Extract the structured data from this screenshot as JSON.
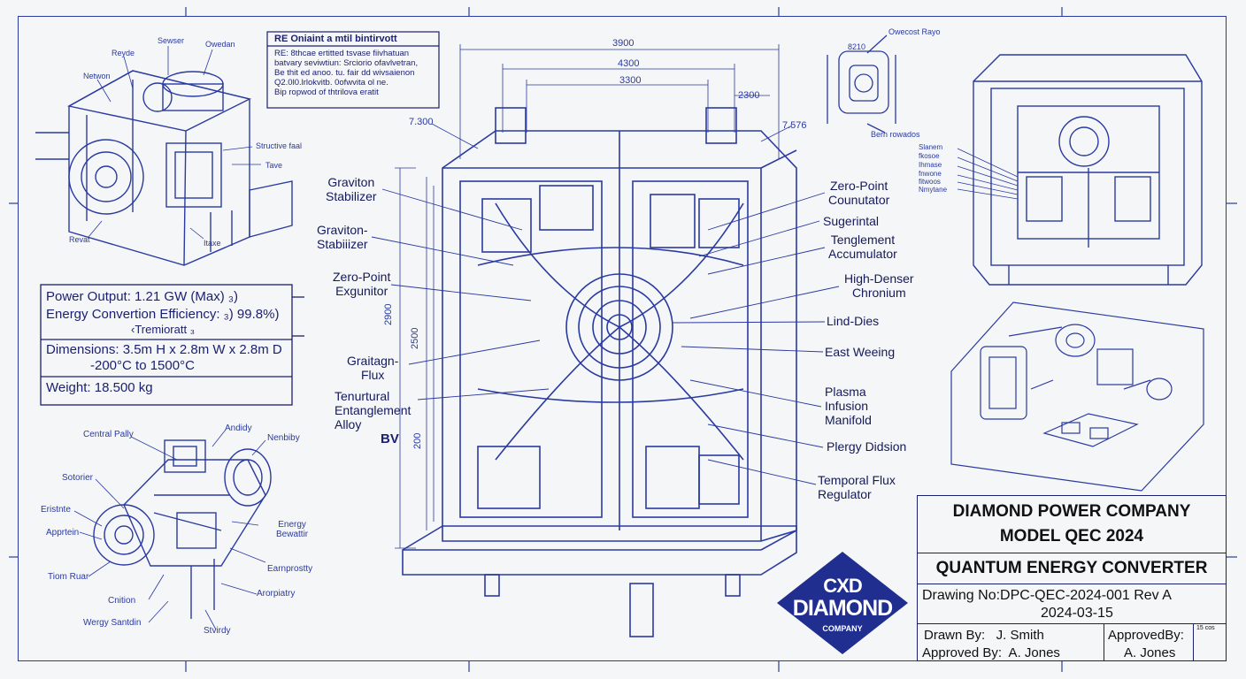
{
  "colors": {
    "ink": "#1a1f70",
    "line": "#2a3aa0",
    "paper": "#f5f6f8",
    "logo": "#1f2e8f"
  },
  "note_box": {
    "title": "RE Oniaint a mtil bintirvott",
    "lines": [
      "RE: 8thcae ertitted tsvase fiivhatuan",
      "batvary seviwtiun: Srciorio ofavlvetran,",
      "Be thit ed anoo. tu. fair dd wivsaienon",
      "Q2.0l0.lrlokvitb. 0ofwvita ol ne.",
      "Bip ropwod of thtrilova eratit"
    ]
  },
  "specs": {
    "power": "Power Output: 1.21 GW (Max)  ₃)",
    "efficiency": "Energy Convertion Efficiency: ₃)     99.8%)",
    "thermal": "‹Tremioratt ₃",
    "dimensions": "Dimensions: 3.5m H x 2.8m W x 2.8m D",
    "temperature": "-200°C to 1500°C",
    "weight": "Weight: 18.500 kg"
  },
  "dimensions": {
    "d1": "3900",
    "d2": "4300",
    "d3": "3300",
    "d4": "2300",
    "d5": "7.300",
    "d6": "7.576",
    "h1": "2900",
    "h2": "2500",
    "h3": "200",
    "bv": "BV"
  },
  "left_labels": {
    "graviton_stabilizer_1": "Graviton\nStabilizer",
    "graviton_stabilizer_2": "Graviton-\nStabiiizer",
    "zero_point_exgunitor": "Zero-Point\nExgunitor",
    "graviton_flux": "Graitagn-\nFlux",
    "temporal_entanglement_alloy": "Tenurtural\nEntanglement\nAlloy"
  },
  "right_labels": {
    "zero_point_counator": "Zero-Point\nCounutator",
    "sugerintal": "Sugerintal",
    "tenglement_accumulator": "Tenglement\nAccumulator",
    "high_denser_chronium": "High-Denser\nChronium",
    "lind_dies": "Lind-Dies",
    "east_weeing": "East Weeing",
    "plasma_infusion_manifold": "Plasma\nInfusion\nManifold",
    "plergy_didsion": "Plergy Didsion",
    "temporal_flux_regulator": "Temporal Flux\nRegulator"
  },
  "top_left_labels": {
    "seweer": "Sewser",
    "oweden": "Owedan",
    "reyde": "Reyde",
    "netwon": "Netwon",
    "structive_faal": "Structive faal",
    "fave": "Tave",
    "revat": "Revat",
    "itaxe": "Itaxe"
  },
  "top_center_labels": {
    "owecost_rayo": "Owecost Rayo",
    "val_8210": "8210",
    "bern_rowados": "Bern rowados"
  },
  "right_key_labels": [
    "Slanem",
    "fkosoe",
    "Ihmase",
    "fnwone",
    "fitwoos",
    "Nmytane"
  ],
  "bottom_left_labels": {
    "central_pally": "Central Pally",
    "andidy": "Andidy",
    "nenbiby": "Nenbiby",
    "sotorier": "Sotorier",
    "eristnte": "Eristnte",
    "apprtein": "Apprtein",
    "energy_bewattir": "Energy\nBewattir",
    "earnprostty": "Earnprostty",
    "tiom_ruar": "Tiom Ruar",
    "arorpiatry": "Arorpiatry",
    "cnition": "Cnition",
    "wergy_santdin": "Wergy Santdin",
    "stvirdy": "Stvirdy"
  },
  "logo": {
    "mark": "CXD",
    "name": "DIAMOND",
    "sub": "COMPANY"
  },
  "title_block": {
    "company": "DIAMOND POWER COMPANY",
    "model": "MODEL QEC 2024",
    "product": "QUANTUM ENERGY CONVERTER",
    "drawing_no": "Drawing No:DPC-QEC-2024-001 Rev A",
    "date": "2024-03-15",
    "drawn_by": "Drawn By:   J. Smith",
    "approved_by": "Approved By:  A. Jones",
    "approved_by_2_label": "ApprovedBy:",
    "approved_by_2_name": "A. Jones",
    "sheet_ref": "15 cos"
  }
}
